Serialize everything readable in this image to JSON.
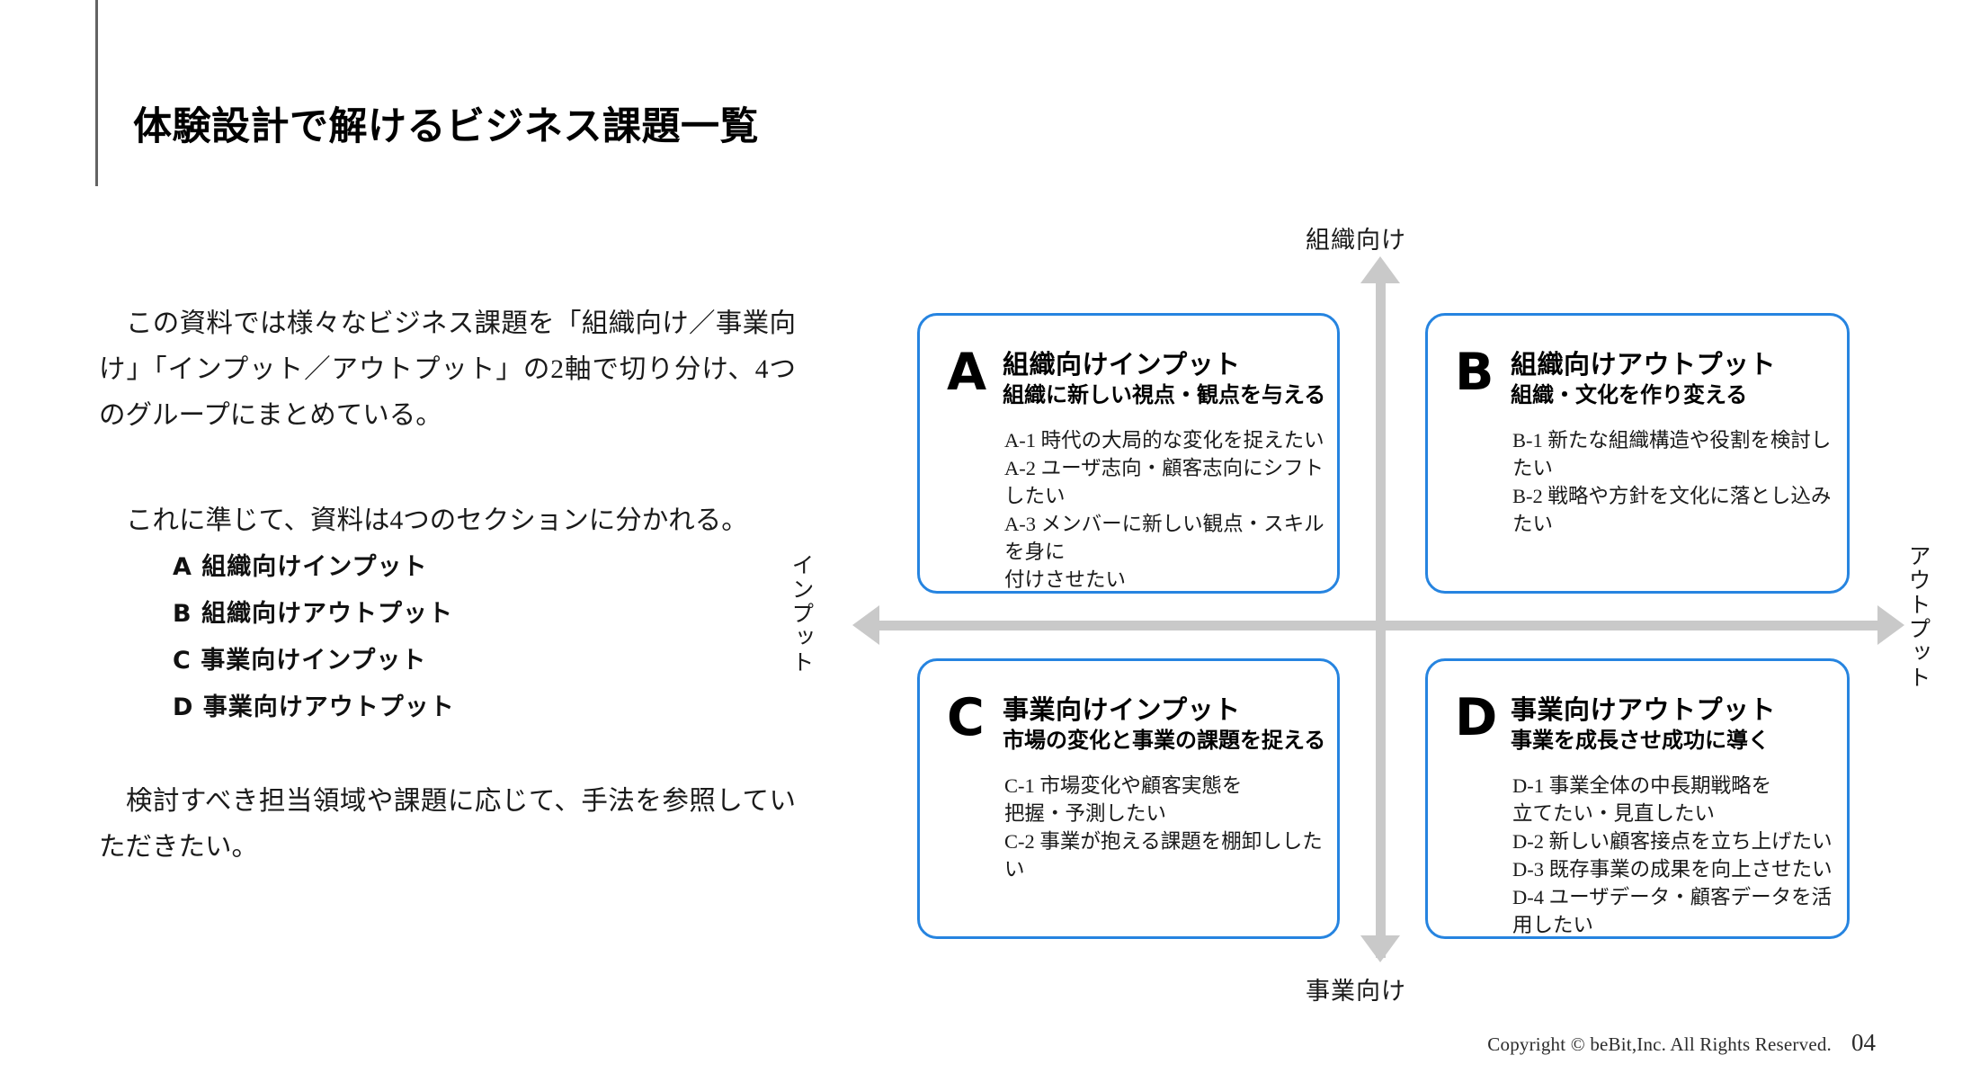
{
  "slide": {
    "title": "体験設計で解けるビジネス課題一覧",
    "accent_color": "#2684e0",
    "axis_color": "#c9c9c9",
    "rule_color": "#636363"
  },
  "lead": {
    "intro": "この資料では様々なビジネス課題を「組織向け／事業向け」「インプット／アウトプット」の2軸で切り分け、4つのグループにまとめている。",
    "sections_intro": "これに準じて、資料は4つのセクションに分かれる。",
    "sections": [
      "A 組織向けインプット",
      "B 組織向けアウトプット",
      "C 事業向けインプット",
      "D 事業向けアウトプット"
    ],
    "closing": "検討すべき担当領域や課題に応じて、手法を参照していただきたい。"
  },
  "matrix": {
    "axis_labels": {
      "top": "組織向け",
      "bottom": "事業向け",
      "left": "インプット",
      "right": "アウトプット"
    },
    "quadrants": [
      {
        "letter": "A",
        "title": "組織向けインプット",
        "subtitle": "組織に新しい視点・観点を与える",
        "items": [
          "A-1 時代の大局的な変化を捉えたい",
          "A-2 ユーザ志向・顧客志向にシフトしたい",
          "A-3 メンバーに新しい観点・スキルを身に\n     付けさせたい"
        ]
      },
      {
        "letter": "B",
        "title": "組織向けアウトプット",
        "subtitle": "組織・文化を作り変える",
        "items": [
          "B-1 新たな組織構造や役割を検討したい",
          "B-2 戦略や方針を文化に落とし込みたい"
        ]
      },
      {
        "letter": "C",
        "title": "事業向けインプット",
        "subtitle": "市場の変化と事業の課題を捉える",
        "items": [
          "C-1 市場変化や顧客実態を\n     把握・予測したい",
          "C-2 事業が抱える課題を棚卸ししたい"
        ]
      },
      {
        "letter": "D",
        "title": "事業向けアウトプット",
        "subtitle": "事業を成長させ成功に導く",
        "items": [
          "D-1 事業全体の中長期戦略を\n     立てたい・見直したい",
          "D-2 新しい顧客接点を立ち上げたい",
          "D-3 既存事業の成果を向上させたい",
          "D-4 ユーザデータ・顧客データを活用したい"
        ]
      }
    ]
  },
  "footer": {
    "copyright": "Copyright © beBit,Inc. All Rights Reserved.",
    "page_number": "04"
  }
}
